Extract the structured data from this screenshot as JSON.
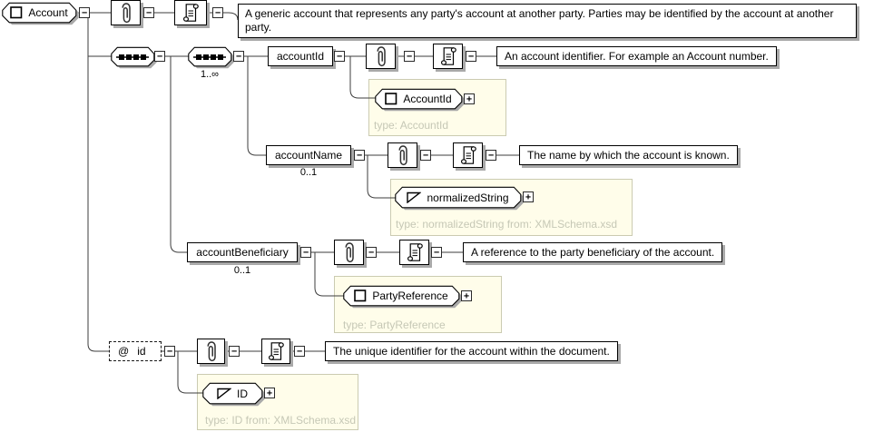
{
  "root": {
    "label": "Account",
    "annotation": "A generic account that represents any party's account at another party. Parties may be identified by the account at another party."
  },
  "outer_sequence": {
    "kind": "sequence"
  },
  "inner_sequence": {
    "kind": "sequence",
    "occurs": "1..∞"
  },
  "account_id": {
    "label": "accountId",
    "annotation": "An account identifier. For example an Account number.",
    "type": {
      "label": "AccountId",
      "note": "type: AccountId"
    }
  },
  "account_name": {
    "label": "accountName",
    "occurs": "0..1",
    "annotation": "The name by which the account is known.",
    "type": {
      "label": "normalizedString",
      "note": "type: normalizedString from: XMLSchema.xsd"
    }
  },
  "account_beneficiary": {
    "label": "accountBeneficiary",
    "occurs": "0..1",
    "annotation": "A reference to the party beneficiary of the account.",
    "type": {
      "label": "PartyReference",
      "note": "type: PartyReference"
    }
  },
  "id_attribute": {
    "prefix": "@",
    "label": "id",
    "annotation": "The unique identifier for the account within the document.",
    "type": {
      "label": "ID",
      "note": "type: ID from: XMLSchema.xsd"
    }
  },
  "icons": {
    "collapse": "−",
    "expand": "+",
    "attributes": "paperclip-icon",
    "annotation": "scroll-icon",
    "element": "square-icon",
    "simple_type": "slanted-triangle-icon",
    "sequence": "sequence-dots-icon"
  },
  "colors": {
    "type_panel_bg": "#FFFDEA",
    "type_panel_border": "#CBCBB1",
    "type_note_text": "#C6C8B6",
    "box_shadow": "#A9A9A9",
    "connector": "#3D3D3D"
  }
}
